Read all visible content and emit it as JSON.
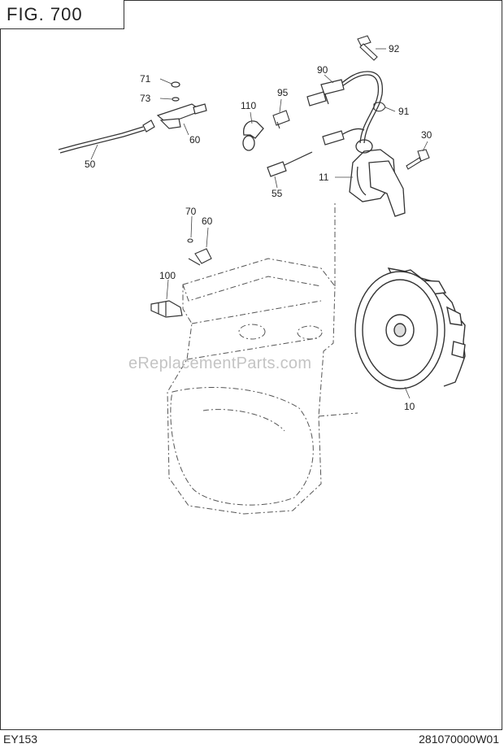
{
  "figure": {
    "title": "FIG. 700"
  },
  "footer": {
    "model": "EY153",
    "code": "281070000W01"
  },
  "watermark": "eReplacementParts.com",
  "callouts": [
    {
      "key": "c92",
      "label": "92"
    },
    {
      "key": "c90",
      "label": "90"
    },
    {
      "key": "c95",
      "label": "95"
    },
    {
      "key": "c110",
      "label": "110"
    },
    {
      "key": "c91",
      "label": "91"
    },
    {
      "key": "c71",
      "label": "71"
    },
    {
      "key": "c73",
      "label": "73"
    },
    {
      "key": "c60a",
      "label": "60"
    },
    {
      "key": "c50",
      "label": "50"
    },
    {
      "key": "c30",
      "label": "30"
    },
    {
      "key": "c11",
      "label": "11"
    },
    {
      "key": "c55",
      "label": "55"
    },
    {
      "key": "c70",
      "label": "70"
    },
    {
      "key": "c60b",
      "label": "60"
    },
    {
      "key": "c100",
      "label": "100"
    },
    {
      "key": "c10",
      "label": "10"
    }
  ]
}
